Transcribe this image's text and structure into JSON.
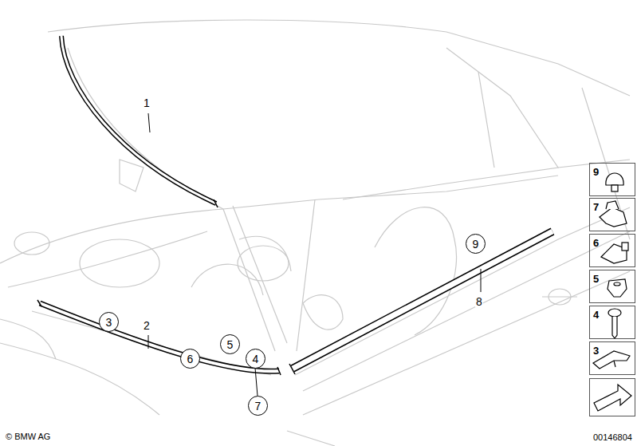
{
  "diagram": {
    "nodes": [
      {
        "text": [
          "9"
        ]
      },
      {
        "text": [
          "3"
        ]
      },
      {
        "text": [
          "6"
        ]
      },
      {
        "text": [
          "5"
        ]
      },
      {
        "text": [
          "4"
        ]
      },
      {
        "text": [
          "7"
        ]
      },
      {
        "text": [
          "9"
        ]
      },
      {
        "text": [
          "7"
        ]
      },
      {
        "text": [
          "6"
        ]
      },
      {
        "text": [
          "5"
        ]
      },
      {
        "text": [
          "4"
        ]
      },
      {
        "text": [
          "3"
        ]
      }
    ],
    "edges": [],
    "labels": [
      "1",
      "2",
      "8",
      "© BMW AG",
      "00146804"
    ]
  }
}
